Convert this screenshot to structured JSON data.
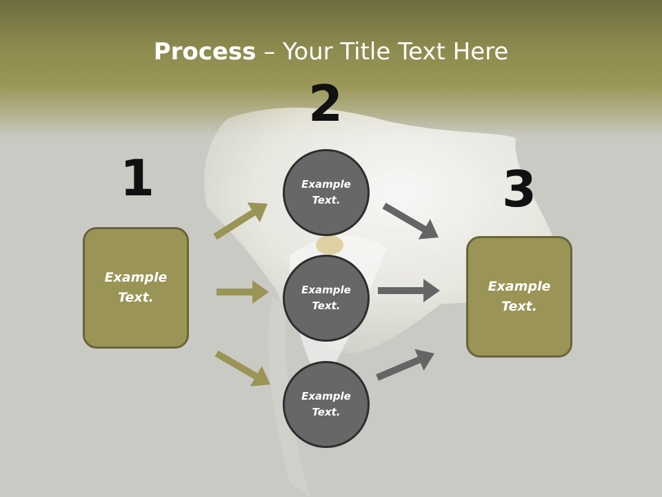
{
  "slide": {
    "title_bold": "Process",
    "title_rest": " – Your Title Text Here"
  },
  "steps": {
    "step1_number": "1",
    "step2_number": "2",
    "step3_number": "3"
  },
  "nodes": {
    "left_box_label": "Example Text.",
    "circle_top_label": "Example Text.",
    "circle_middle_label": "Example Text.",
    "circle_bottom_label": "Example Text.",
    "right_box_label": "Example Text."
  },
  "colors": {
    "olive_fill": "#9a9456",
    "olive_border": "#67643a",
    "gray_fill": "#676767",
    "gray_border": "#2d2d2d",
    "olive_arrow": "#9a9456",
    "gray_arrow": "#656565"
  }
}
